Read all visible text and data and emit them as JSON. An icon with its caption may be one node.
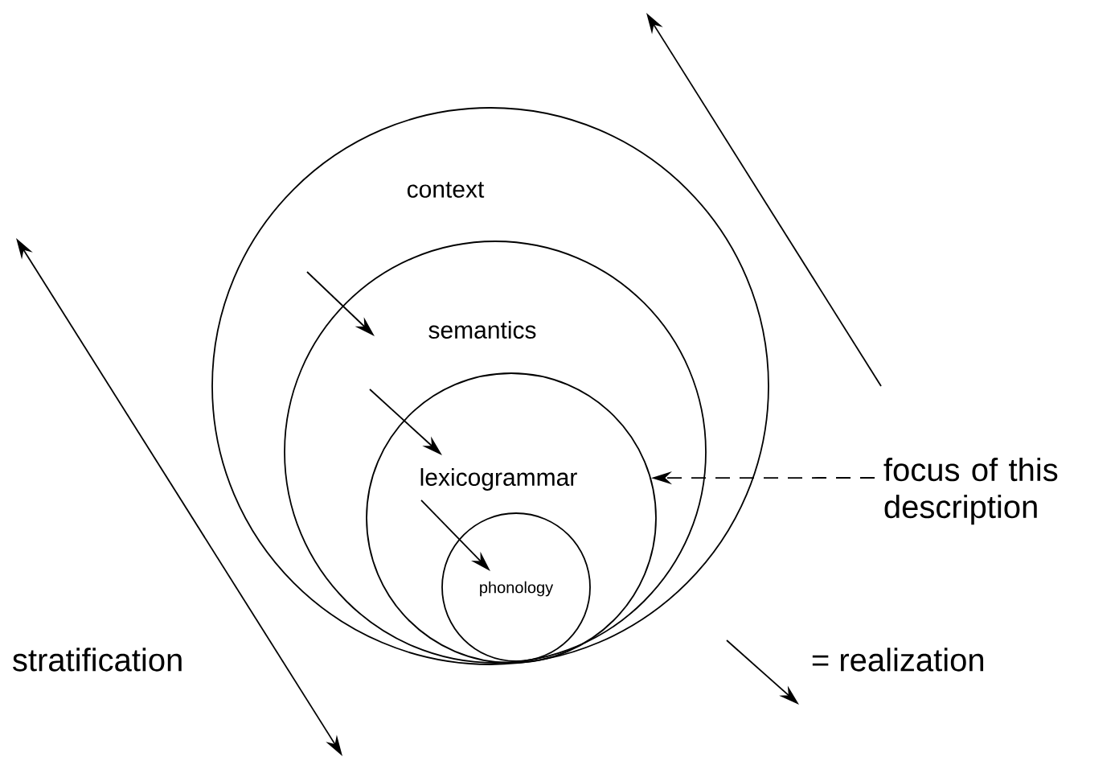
{
  "diagram": {
    "nodes": [
      {
        "text": [
          "context"
        ]
      },
      {
        "text": [
          "semantics"
        ],
        "in": 0
      },
      {
        "text": [
          "lexicogrammar"
        ],
        "in": 1
      },
      {
        "text": [
          "phonology"
        ],
        "in": 2
      },
      {
        "text": [
          "focus of this description"
        ]
      }
    ],
    "edges": [
      {
        "from": 0,
        "to": 1,
        "arrow": "to"
      },
      {
        "from": 1,
        "to": 2,
        "arrow": "to"
      },
      {
        "from": 2,
        "to": 3,
        "arrow": "to"
      },
      {
        "from": 4,
        "to": 2,
        "arrow": "to",
        "style": "dashed"
      }
    ],
    "labels": [
      "stratification"
    ],
    "legend": [
      {
        "text": "= realization"
      }
    ]
  }
}
